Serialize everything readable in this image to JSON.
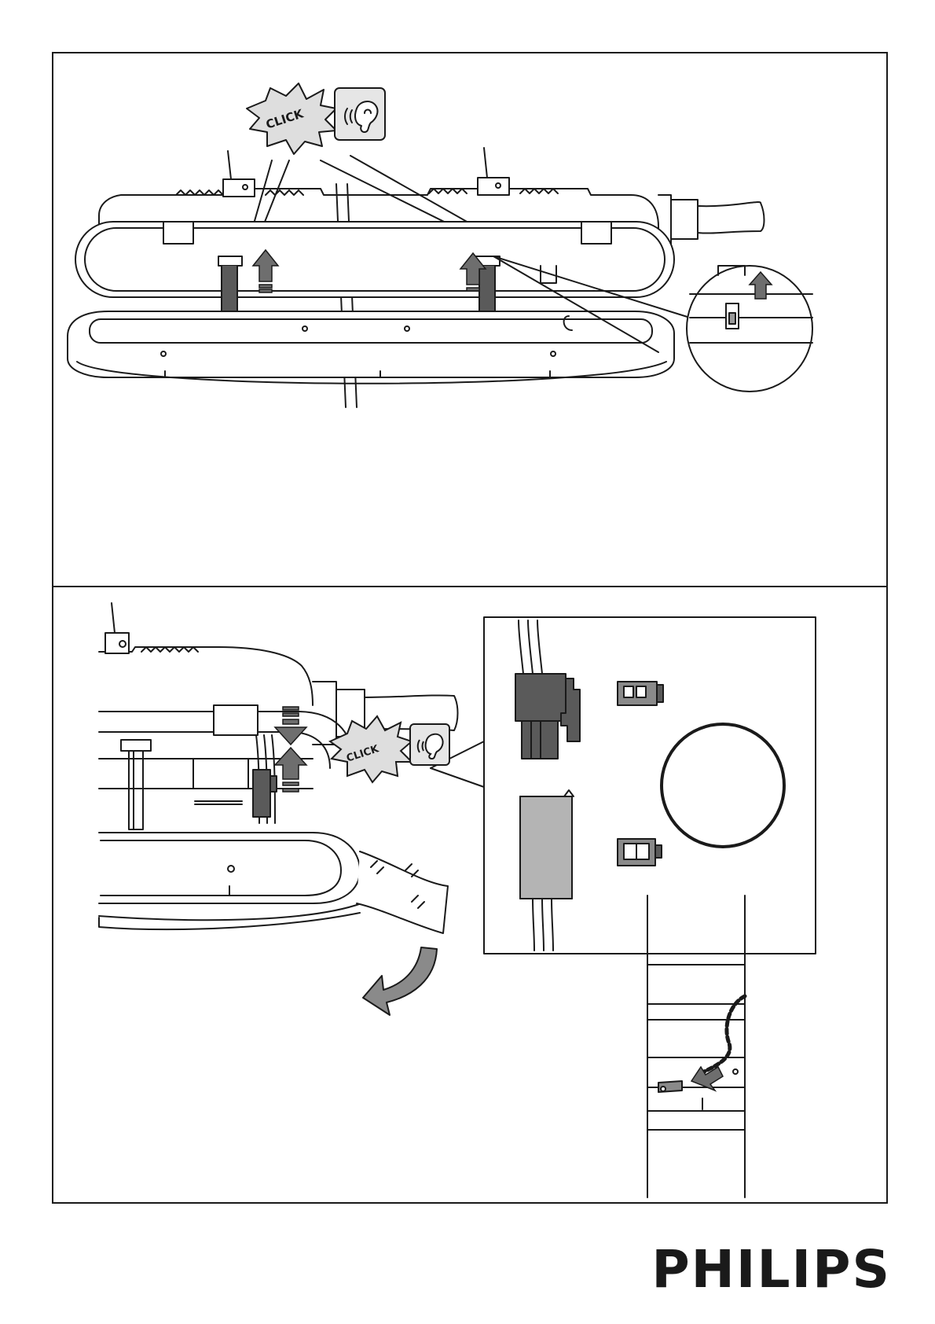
{
  "panel_top": {
    "click_label": "CLICK"
  },
  "panel_bottom": {
    "click_label": "CLICK"
  },
  "brand": {
    "logo_text": "PHILIPS"
  },
  "colors": {
    "line": "#1a1a1a",
    "arrow_fill": "#6e6e6e",
    "part_dark": "#5a5a5a",
    "part_light": "#b4b4b4"
  }
}
